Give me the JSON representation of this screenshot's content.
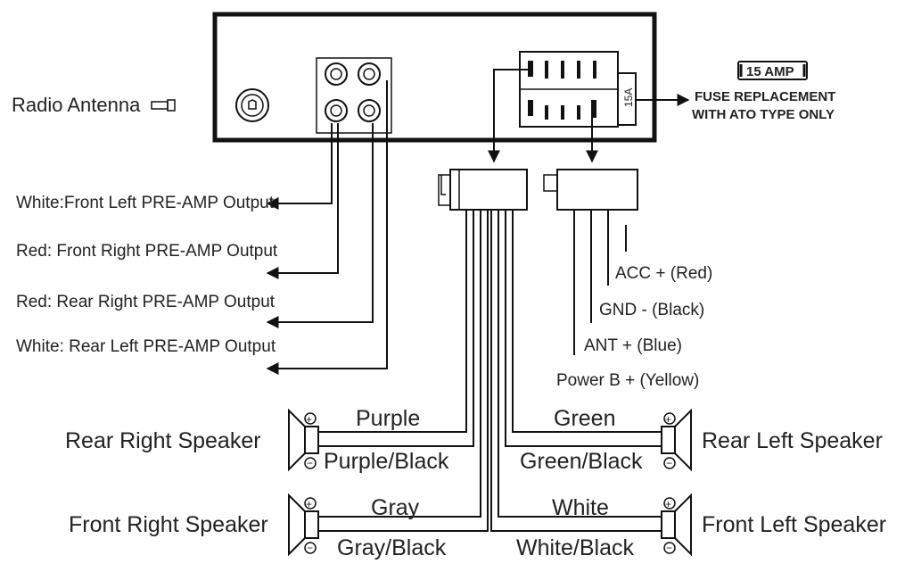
{
  "antenna_label": "Radio Antenna",
  "fuse": {
    "amp_label": "15 AMP",
    "fuse_label": "15A",
    "note_line1": "FUSE REPLACEMENT",
    "note_line2": "WITH ATO TYPE ONLY"
  },
  "preamp_outputs": [
    "White:Front Left PRE-AMP Output",
    "Red: Front Right PRE-AMP Output",
    "Red: Rear Right PRE-AMP Output",
    "White: Rear Left PRE-AMP Output"
  ],
  "power_wires": {
    "acc": "ACC + (Red)",
    "gnd": "GND -  (Black)",
    "ant": "ANT + (Blue)",
    "power": "Power B + (Yellow)"
  },
  "speakers": {
    "rear_right": {
      "name": "Rear Right Speaker",
      "pos": "Purple",
      "neg": "Purple/Black"
    },
    "front_right": {
      "name": "Front Right Speaker",
      "pos": "Gray",
      "neg": "Gray/Black"
    },
    "rear_left": {
      "name": "Rear Left Speaker",
      "pos": "Green",
      "neg": "Green/Black"
    },
    "front_left": {
      "name": "Front Left Speaker",
      "pos": "White",
      "neg": "White/Black"
    }
  }
}
